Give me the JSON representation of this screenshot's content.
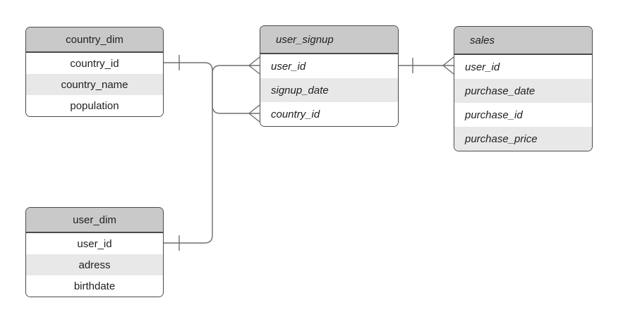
{
  "diagram": {
    "type": "entity-relationship",
    "colors": {
      "header_fill": "#c9c9c9",
      "row_alt_fill": "#e8e8e8",
      "row_fill": "#ffffff",
      "border": "#4a4a4a",
      "connector": "#6e6e6e",
      "text": "#1f1f1f",
      "canvas_bg": "#ffffff"
    },
    "tables": [
      {
        "name": "country_dim",
        "style": "plain",
        "columns": [
          "country_id",
          "country_name",
          "population"
        ]
      },
      {
        "name": "user_dim",
        "style": "plain",
        "columns": [
          "user_id",
          "adress",
          "birthdate"
        ]
      },
      {
        "name": "user_signup",
        "style": "italic",
        "columns": [
          "user_id",
          "signup_date",
          "country_id"
        ]
      },
      {
        "name": "sales",
        "style": "italic",
        "columns": [
          "user_id",
          "purchase_date",
          "purchase_id",
          "purchase_price"
        ]
      }
    ],
    "relationships": [
      {
        "from": "country_dim.country_id",
        "to": "user_signup.country_id",
        "from_cardinality": "one",
        "to_cardinality": "many"
      },
      {
        "from": "user_dim.user_id",
        "to": "user_signup.user_id",
        "from_cardinality": "one",
        "to_cardinality": "many"
      },
      {
        "from": "user_signup.user_id",
        "to": "sales.user_id",
        "from_cardinality": "one",
        "to_cardinality": "many"
      }
    ]
  }
}
